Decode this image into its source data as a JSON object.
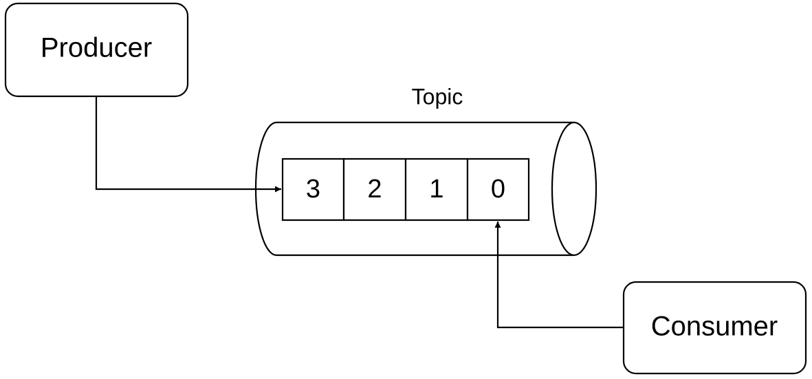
{
  "producer": {
    "label": "Producer"
  },
  "consumer": {
    "label": "Consumer"
  },
  "topic": {
    "label": "Topic",
    "messages": [
      "3",
      "2",
      "1",
      "0"
    ]
  }
}
